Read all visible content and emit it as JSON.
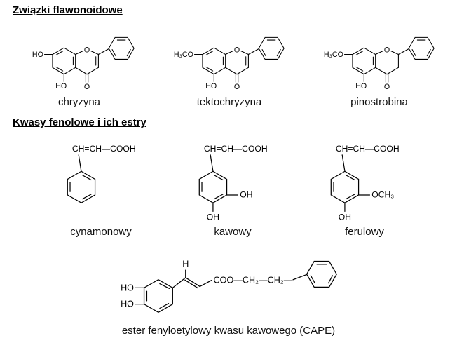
{
  "flavonoids": {
    "heading": "Związki flawonoidowe",
    "ring_o": "O",
    "keto_o": "O",
    "compounds": [
      {
        "name": "chryzyna",
        "left_sub": "HO",
        "bottom_sub": "HO"
      },
      {
        "name": "tektochryzyna",
        "left_sub": "H₃CO",
        "bottom_sub": "HO"
      },
      {
        "name": "pinostrobina",
        "left_sub": "H₃CO",
        "bottom_sub": "HO"
      }
    ]
  },
  "acids": {
    "heading": "Kwasy fenolowe i ich estry",
    "chain": "CH=CH—COOH",
    "compounds": [
      {
        "name": "cynamonowy"
      },
      {
        "name": "kawowy",
        "right_sub": "OH",
        "bottom_sub": "OH"
      },
      {
        "name": "ferulowy",
        "right_sub": "OCH₃",
        "bottom_sub": "OH"
      }
    ]
  },
  "cape": {
    "caption": "ester fenyloetylowy kwasu kawowego (CAPE)",
    "ho_upper": "HO",
    "ho_lower": "HO",
    "vinyl_h": "H",
    "ester_chain": "COO—CH₂—CH₂—"
  }
}
